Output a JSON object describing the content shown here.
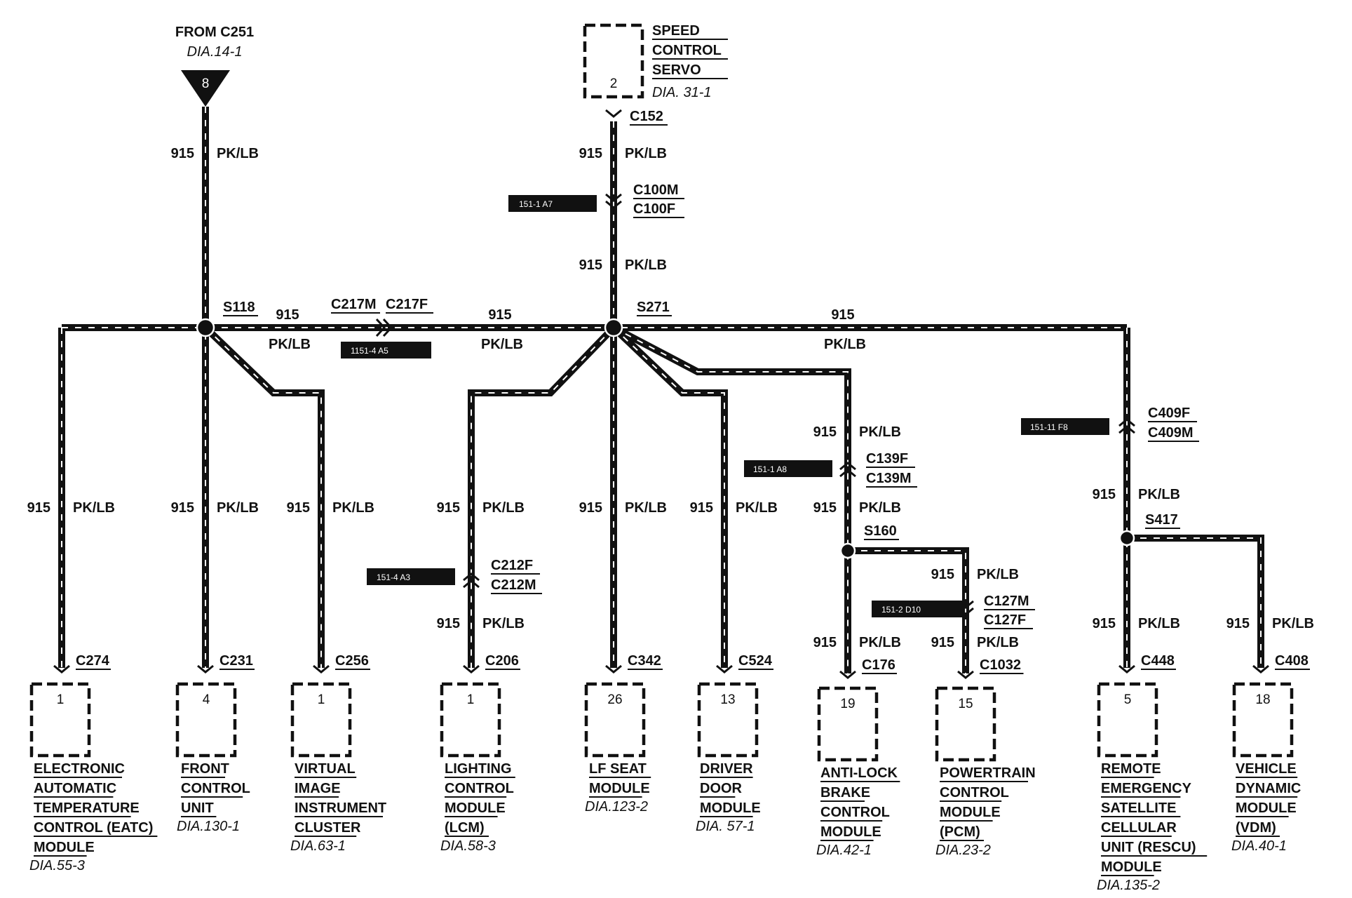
{
  "source": {
    "from": "FROM C251",
    "dia": "DIA.14-1",
    "pin": "8"
  },
  "servo": {
    "pin": "2",
    "lines": [
      "SPEED",
      "CONTROL",
      "SERVO"
    ],
    "dia": "DIA. 31-1"
  },
  "wire": {
    "circuit": "915",
    "color": "PK/LB"
  },
  "splices": {
    "s118": "S118",
    "s271": "S271",
    "s160": "S160",
    "s417": "S417"
  },
  "connectors": {
    "c152": "C152",
    "c100": [
      "C100M",
      "C100F"
    ],
    "c217": [
      "C217M",
      "C217F"
    ],
    "c139": [
      "C139F",
      "C139M"
    ],
    "c409": [
      "C409F",
      "C409M"
    ],
    "c212": [
      "C212F",
      "C212M"
    ],
    "c127": [
      "C127M",
      "C127F"
    ]
  },
  "refs": {
    "r1": "151-1 A7",
    "r2": "1151-4 A5",
    "r3": "151-1 A8",
    "r4": "151-11 F8",
    "r5": "151-4 A3",
    "r6": "151-2 D10"
  },
  "components": [
    {
      "connector": "C274",
      "pin": "1",
      "lines": [
        "ELECTRONIC",
        "AUTOMATIC",
        "TEMPERATURE",
        "CONTROL (EATC)",
        "MODULE"
      ],
      "dia": "DIA.55-3"
    },
    {
      "connector": "C231",
      "pin": "4",
      "lines": [
        "FRONT",
        "CONTROL",
        "UNIT"
      ],
      "dia": "DIA.130-1"
    },
    {
      "connector": "C256",
      "pin": "1",
      "lines": [
        "VIRTUAL",
        "IMAGE",
        "INSTRUMENT",
        "CLUSTER"
      ],
      "dia": "DIA.63-1"
    },
    {
      "connector": "C206",
      "pin": "1",
      "lines": [
        "LIGHTING",
        "CONTROL",
        "MODULE",
        "(LCM)"
      ],
      "dia": "DIA.58-3"
    },
    {
      "connector": "C342",
      "pin": "26",
      "lines": [
        "LF SEAT",
        "MODULE"
      ],
      "dia": "DIA.123-2"
    },
    {
      "connector": "C524",
      "pin": "13",
      "lines": [
        "DRIVER",
        "DOOR",
        "MODULE"
      ],
      "dia": "DIA. 57-1"
    },
    {
      "connector": "C176",
      "pin": "19",
      "lines": [
        "ANTI-LOCK",
        "BRAKE",
        "CONTROL",
        "MODULE"
      ],
      "dia": "DIA.42-1"
    },
    {
      "connector": "C1032",
      "pin": "15",
      "lines": [
        "POWERTRAIN",
        "CONTROL",
        "MODULE",
        "(PCM)"
      ],
      "dia": "DIA.23-2"
    },
    {
      "connector": "C448",
      "pin": "5",
      "lines": [
        "REMOTE",
        "EMERGENCY",
        "SATELLITE",
        "CELLULAR",
        "UNIT (RESCU)",
        "MODULE"
      ],
      "dia": "DIA.135-2"
    },
    {
      "connector": "C408",
      "pin": "18",
      "lines": [
        "VEHICLE",
        "DYNAMIC",
        "MODULE",
        "(VDM)"
      ],
      "dia": "DIA.40-1"
    }
  ]
}
